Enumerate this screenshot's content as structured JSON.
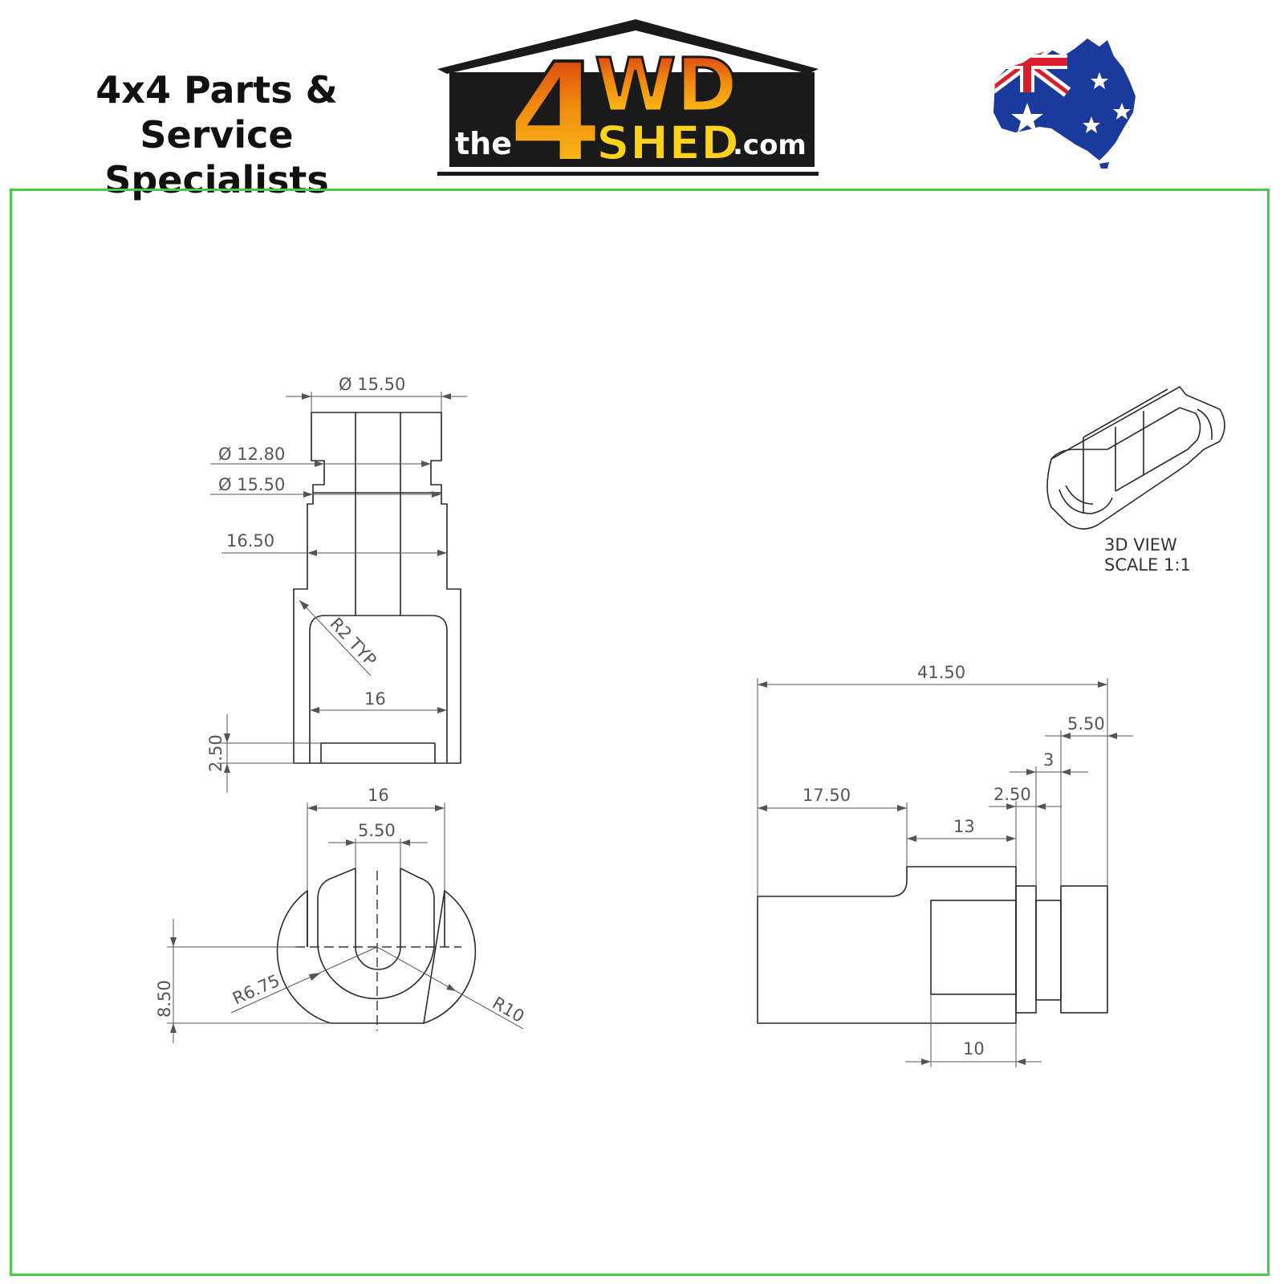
{
  "header": {
    "tagline_line1": "4x4 Parts & Service",
    "tagline_line2": "Specialists",
    "logo": {
      "prefix": "the",
      "big": "4",
      "top": "WD",
      "bottom": "SHED",
      "suffix": ".com"
    },
    "flag_icon": "australia-map-flag-icon"
  },
  "colors": {
    "frame": "#4cc84c",
    "logo_dark": "#1a1a1a",
    "logo_orange": "#f08a10",
    "logo_yellow": "#ffd21a",
    "logo_red": "#d42a10",
    "flag_blue": "#1b3a9e",
    "flag_red": "#d81e2c"
  },
  "front_view": {
    "dim_top_dia": "Ø 15.50",
    "dim_groove_dia": "Ø 12.80",
    "dim_collar_dia": "Ø 15.50",
    "dim_width": "16.50",
    "dim_radius_note": "R2 TYP",
    "dim_inner_width": "16",
    "dim_lip": "2.50"
  },
  "end_view": {
    "dim_width": "16",
    "dim_slot": "5.50",
    "dim_height": "8.50",
    "dim_inner_radius": "R6.75",
    "dim_outer_radius": "R10"
  },
  "side_view": {
    "dim_overall": "41.50",
    "dim_tip": "5.50",
    "dim_groove": "3",
    "dim_collar": "2.50",
    "dim_base": "17.50",
    "dim_cutout": "13",
    "dim_bore": "10"
  },
  "iso_view": {
    "label": "3D VIEW",
    "scale": "SCALE 1:1"
  }
}
